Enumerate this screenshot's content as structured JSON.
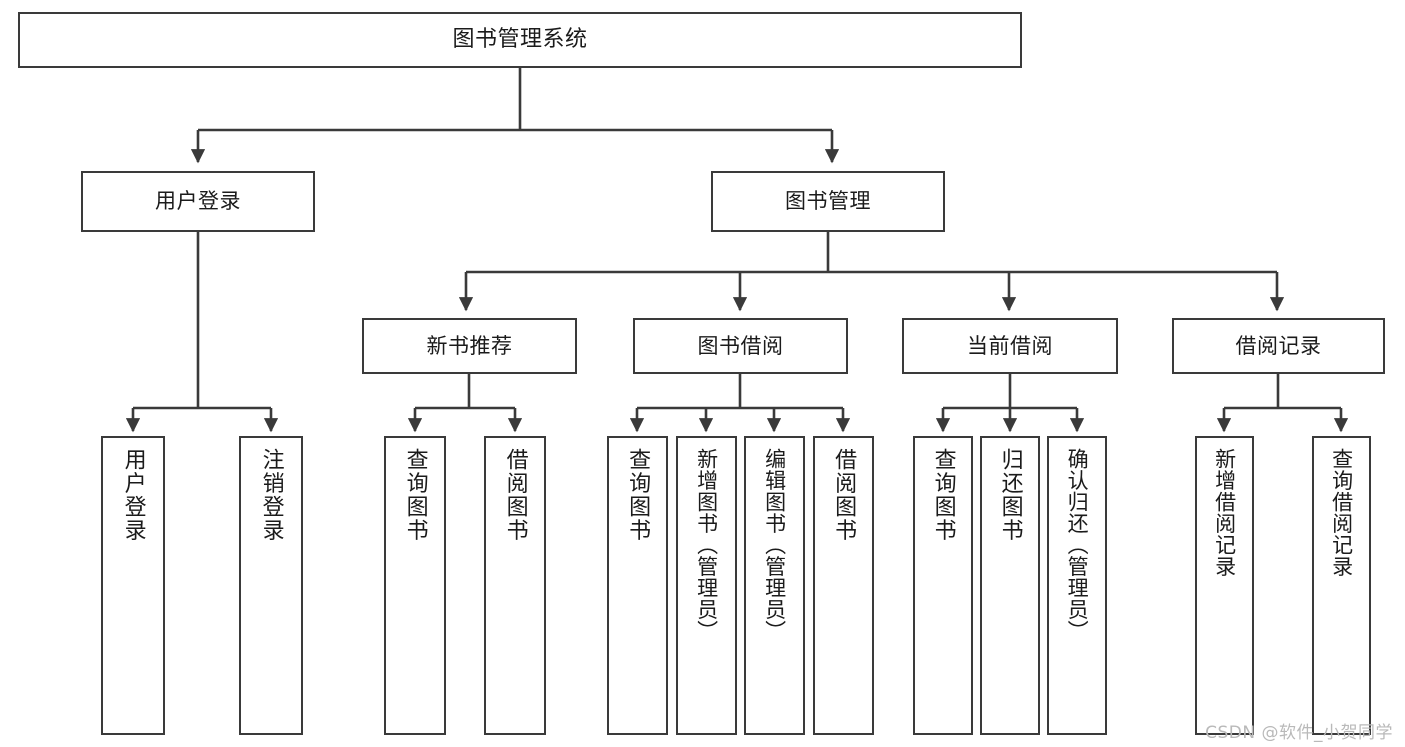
{
  "diagram": {
    "type": "tree",
    "title": "图书管理系统",
    "root": {
      "label": "图书管理系统"
    },
    "level2": [
      {
        "label": "用户登录"
      },
      {
        "label": "图书管理"
      }
    ],
    "level3": [
      {
        "label": "新书推荐"
      },
      {
        "label": "图书借阅"
      },
      {
        "label": "当前借阅"
      },
      {
        "label": "借阅记录"
      }
    ],
    "leaves": {
      "user_login": [
        {
          "label": "用户登录"
        },
        {
          "label": "注销登录"
        }
      ],
      "new_book_recommend": [
        {
          "label": "查询图书"
        },
        {
          "label": "借阅图书"
        }
      ],
      "book_borrow": [
        {
          "label": "查询图书"
        },
        {
          "label": "新增图书（管理员）"
        },
        {
          "label": "编辑图书（管理员）"
        },
        {
          "label": "借阅图书"
        }
      ],
      "current_borrow": [
        {
          "label": "查询图书"
        },
        {
          "label": "归还图书"
        },
        {
          "label": "确认归还（管理员）"
        }
      ],
      "borrow_record": [
        {
          "label": "新增借阅记录"
        },
        {
          "label": "查询借阅记录"
        }
      ]
    }
  },
  "watermark": {
    "text": "CSDN @软件_小贺同学"
  },
  "colors": {
    "stroke": "#3a3a3a",
    "text": "#1b1b1b",
    "background": "#ffffff",
    "watermark": "#b9b9b9"
  }
}
